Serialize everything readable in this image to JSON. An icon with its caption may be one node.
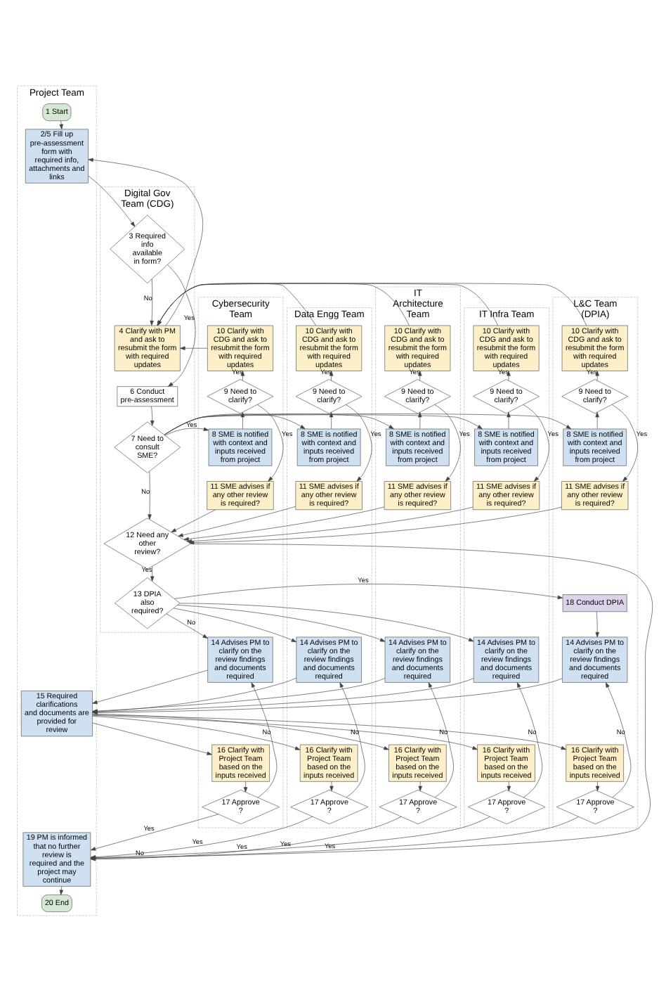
{
  "diagram": {
    "nodes": [
      {
        "text": [
          "Project Team"
        ]
      },
      {
        "text": [
          "Digital Gov Team (CDG)"
        ]
      },
      {
        "text": [
          "Cybersecurity Team"
        ]
      },
      {
        "text": [
          "Data Engg Team"
        ]
      },
      {
        "text": [
          "IT Architecture Team"
        ]
      },
      {
        "text": [
          "IT Infra Team"
        ]
      },
      {
        "text": [
          "L&C Team (DPIA)"
        ]
      },
      {
        "text": [
          "1 Start"
        ],
        "in": 0
      },
      {
        "text": [
          "2/5 Fill up pre-assessment form with required info, attachments and links"
        ],
        "in": 0
      },
      {
        "text": [
          "3 Required info available in form?"
        ],
        "in": 1
      },
      {
        "text": [
          "4 Clarify with PM and ask to resubmit the form with required updates"
        ],
        "in": 1
      },
      {
        "text": [
          "6 Conduct pre-assessment"
        ],
        "in": 1
      },
      {
        "text": [
          "7 Need to consult SME?"
        ],
        "in": 1
      },
      {
        "text": [
          "12 Need any other review?"
        ],
        "in": 1
      },
      {
        "text": [
          "13 DPIA also required?"
        ],
        "in": 1
      },
      {
        "text": [
          "15 Required clarifications and documents are provided for review"
        ],
        "in": 0
      },
      {
        "text": [
          "19 PM is informed that no further review is required and the project may continue"
        ],
        "in": 0
      },
      {
        "text": [
          "20 End"
        ],
        "in": 0
      },
      {
        "text": [
          "10 Clarify with CDG and ask to resubmit the form with required updates"
        ],
        "in": 2
      },
      {
        "text": [
          "9 Need to clarify?"
        ],
        "in": 2
      },
      {
        "text": [
          "8 SME is notified with context and inputs received from project"
        ],
        "in": 2
      },
      {
        "text": [
          "11 SME advises if any other review is required?"
        ],
        "in": 2
      },
      {
        "text": [
          "14 Advises PM to clarify on the review findings and documents required"
        ],
        "in": 2
      },
      {
        "text": [
          "16 Clarify with Project Team based on the inputs received"
        ],
        "in": 2
      },
      {
        "text": [
          "17 Approve ?"
        ],
        "in": 2
      },
      {
        "text": [
          "10 Clarify with CDG and ask to resubmit the form with required updates"
        ],
        "in": 3
      },
      {
        "text": [
          "9 Need to clarify?"
        ],
        "in": 3
      },
      {
        "text": [
          "8 SME is notified with context and inputs received from project"
        ],
        "in": 3
      },
      {
        "text": [
          "11 SME advises if any other review is required?"
        ],
        "in": 3
      },
      {
        "text": [
          "14 Advises PM to clarify on the review findings and documents required"
        ],
        "in": 3
      },
      {
        "text": [
          "16 Clarify with Project Team based on the inputs received"
        ],
        "in": 3
      },
      {
        "text": [
          "17 Approve ?"
        ],
        "in": 3
      },
      {
        "text": [
          "10 Clarify with CDG and ask to resubmit the form with required updates"
        ],
        "in": 4
      },
      {
        "text": [
          "9 Need to clarify?"
        ],
        "in": 4
      },
      {
        "text": [
          "8 SME is notified with context and inputs received from project"
        ],
        "in": 4
      },
      {
        "text": [
          "11 SME advises if any other review is required?"
        ],
        "in": 4
      },
      {
        "text": [
          "14 Advises PM to clarify on the review findings and documents required"
        ],
        "in": 4
      },
      {
        "text": [
          "16 Clarify with Project Team based on the inputs received"
        ],
        "in": 4
      },
      {
        "text": [
          "17 Approve ?"
        ],
        "in": 4
      },
      {
        "text": [
          "10 Clarify with CDG and ask to resubmit the form with required updates"
        ],
        "in": 5
      },
      {
        "text": [
          "9 Need to clarify?"
        ],
        "in": 5
      },
      {
        "text": [
          "8 SME is notified with context and inputs received from project"
        ],
        "in": 5
      },
      {
        "text": [
          "11 SME advises if any other review is required?"
        ],
        "in": 5
      },
      {
        "text": [
          "14 Advises PM to clarify on the review findings and documents required"
        ],
        "in": 5
      },
      {
        "text": [
          "16 Clarify with Project Team based on the inputs received"
        ],
        "in": 5
      },
      {
        "text": [
          "17 Approve ?"
        ],
        "in": 5
      },
      {
        "text": [
          "10 Clarify with CDG and ask to resubmit the form with required updates"
        ],
        "in": 6
      },
      {
        "text": [
          "9 Need to clarify?"
        ],
        "in": 6
      },
      {
        "text": [
          "8 SME is notified with context and inputs received from project"
        ],
        "in": 6
      },
      {
        "text": [
          "11 SME advises if any other review is required?"
        ],
        "in": 6
      },
      {
        "text": [
          "18 Conduct DPIA"
        ],
        "in": 6
      },
      {
        "text": [
          "14 Advises PM to clarify on the review findings and documents required"
        ],
        "in": 6
      },
      {
        "text": [
          "16 Clarify with Project Team based on the inputs received"
        ],
        "in": 6
      },
      {
        "text": [
          "17 Approve ?"
        ],
        "in": 6
      }
    ],
    "edges": [
      {
        "from": 7,
        "to": 8,
        "arrow": "to"
      },
      {
        "from": 8,
        "to": 9,
        "arrow": "to"
      },
      {
        "from": 9,
        "to": 10,
        "arrow": "to",
        "label": "No"
      },
      {
        "from": 9,
        "to": 11,
        "arrow": "to",
        "label": "Yes"
      },
      {
        "from": 10,
        "to": 8,
        "arrow": "to"
      },
      {
        "from": 11,
        "to": 12,
        "arrow": "to"
      },
      {
        "from": 12,
        "to": 13,
        "arrow": "to",
        "label": "No"
      },
      {
        "from": 12,
        "to": 20,
        "arrow": "to",
        "label": "Yes"
      },
      {
        "from": 12,
        "to": 27,
        "arrow": "to"
      },
      {
        "from": 12,
        "to": 34,
        "arrow": "to"
      },
      {
        "from": 12,
        "to": 41,
        "arrow": "to"
      },
      {
        "from": 12,
        "to": 48,
        "arrow": "to"
      },
      {
        "from": 18,
        "to": 10,
        "arrow": "to"
      },
      {
        "from": 20,
        "to": 19,
        "arrow": "to"
      },
      {
        "from": 19,
        "to": 18,
        "arrow": "to",
        "label": "Yes"
      },
      {
        "from": 19,
        "to": 21,
        "arrow": "to",
        "label": "Yes"
      },
      {
        "from": 21,
        "to": 13,
        "arrow": "to"
      },
      {
        "from": 25,
        "to": 10,
        "arrow": "to"
      },
      {
        "from": 27,
        "to": 26,
        "arrow": "to"
      },
      {
        "from": 26,
        "to": 25,
        "arrow": "to",
        "label": "Yes"
      },
      {
        "from": 26,
        "to": 28,
        "arrow": "to",
        "label": "Yes"
      },
      {
        "from": 28,
        "to": 13,
        "arrow": "to"
      },
      {
        "from": 32,
        "to": 10,
        "arrow": "to"
      },
      {
        "from": 34,
        "to": 33,
        "arrow": "to"
      },
      {
        "from": 33,
        "to": 32,
        "arrow": "to",
        "label": "Yes"
      },
      {
        "from": 33,
        "to": 35,
        "arrow": "to",
        "label": "Yes"
      },
      {
        "from": 35,
        "to": 13,
        "arrow": "to"
      },
      {
        "from": 39,
        "to": 10,
        "arrow": "to"
      },
      {
        "from": 41,
        "to": 40,
        "arrow": "to"
      },
      {
        "from": 40,
        "to": 39,
        "arrow": "to",
        "label": "Yes"
      },
      {
        "from": 40,
        "to": 42,
        "arrow": "to",
        "label": "Yes"
      },
      {
        "from": 42,
        "to": 13,
        "arrow": "to"
      },
      {
        "from": 46,
        "to": 10,
        "arrow": "to"
      },
      {
        "from": 48,
        "to": 47,
        "arrow": "to"
      },
      {
        "from": 47,
        "to": 46,
        "arrow": "to",
        "label": "Yes"
      },
      {
        "from": 47,
        "to": 49,
        "arrow": "to",
        "label": "Yes"
      },
      {
        "from": 49,
        "to": 13,
        "arrow": "to"
      },
      {
        "from": 13,
        "to": 16,
        "arrow": "to",
        "label": "No"
      },
      {
        "from": 13,
        "to": 14,
        "arrow": "to",
        "label": "Yes"
      },
      {
        "from": 14,
        "to": 50,
        "arrow": "to",
        "label": "Yes"
      },
      {
        "from": 14,
        "to": 29,
        "arrow": "to"
      },
      {
        "from": 14,
        "to": 36,
        "arrow": "to"
      },
      {
        "from": 14,
        "to": 43,
        "arrow": "to"
      },
      {
        "from": 14,
        "to": 22,
        "arrow": "to",
        "label": "No"
      },
      {
        "from": 50,
        "to": 51,
        "arrow": "to"
      },
      {
        "from": 22,
        "to": 15,
        "arrow": "to"
      },
      {
        "from": 29,
        "to": 15,
        "arrow": "to"
      },
      {
        "from": 36,
        "to": 15,
        "arrow": "to"
      },
      {
        "from": 43,
        "to": 15,
        "arrow": "to"
      },
      {
        "from": 51,
        "to": 15,
        "arrow": "to"
      },
      {
        "from": 15,
        "to": 23,
        "arrow": "to"
      },
      {
        "from": 15,
        "to": 30,
        "arrow": "to"
      },
      {
        "from": 15,
        "to": 37,
        "arrow": "to"
      },
      {
        "from": 15,
        "to": 44,
        "arrow": "to"
      },
      {
        "from": 15,
        "to": 52,
        "arrow": "to"
      },
      {
        "from": 23,
        "to": 24,
        "arrow": "to"
      },
      {
        "from": 24,
        "to": 22,
        "arrow": "to",
        "label": "No"
      },
      {
        "from": 24,
        "to": 16,
        "arrow": "to",
        "label": "Yes"
      },
      {
        "from": 30,
        "to": 31,
        "arrow": "to"
      },
      {
        "from": 31,
        "to": 29,
        "arrow": "to",
        "label": "No"
      },
      {
        "from": 31,
        "to": 16,
        "arrow": "to",
        "label": "Yes"
      },
      {
        "from": 37,
        "to": 38,
        "arrow": "to"
      },
      {
        "from": 38,
        "to": 36,
        "arrow": "to",
        "label": "No"
      },
      {
        "from": 38,
        "to": 16,
        "arrow": "to",
        "label": "Yes"
      },
      {
        "from": 44,
        "to": 45,
        "arrow": "to"
      },
      {
        "from": 45,
        "to": 43,
        "arrow": "to",
        "label": "No"
      },
      {
        "from": 45,
        "to": 16,
        "arrow": "to",
        "label": "Yes"
      },
      {
        "from": 52,
        "to": 53,
        "arrow": "to"
      },
      {
        "from": 53,
        "to": 51,
        "arrow": "to",
        "label": "No"
      },
      {
        "from": 53,
        "to": 16,
        "arrow": "to",
        "label": "Yes"
      },
      {
        "from": 16,
        "to": 17,
        "arrow": "to"
      }
    ]
  }
}
